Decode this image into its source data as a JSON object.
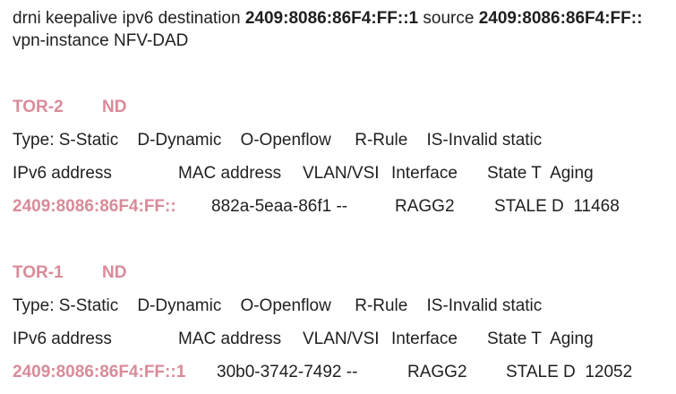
{
  "command": {
    "part1": "drni keepalive ipv6 destination ",
    "dest": "2409:8086:86F4:FF::1",
    "part2": " source ",
    "src": "2409:8086:86F4:FF::",
    "line2": "vpn-instance NFV-DAD"
  },
  "sections": [
    {
      "device": "TOR-2",
      "table": "ND",
      "type_legend": "Type: S-Static    D-Dynamic    O-Openflow     R-Rule    IS-Invalid static",
      "headers": {
        "ipv6": "IPv6 address",
        "mac": "MAC address",
        "vlan": "VLAN/VSI",
        "iface": "Interface",
        "state": "State T  Aging"
      },
      "row": {
        "ipv6": "2409:8086:86F4:FF::",
        "mac": "882a-5eaa-86f1 --",
        "iface": "RAGG2",
        "state": "STALE D  11468"
      }
    },
    {
      "device": "TOR-1",
      "table": "ND",
      "type_legend": "Type: S-Static    D-Dynamic    O-Openflow     R-Rule    IS-Invalid static",
      "headers": {
        "ipv6": "IPv6 address",
        "mac": "MAC address",
        "vlan": "VLAN/VSI",
        "iface": "Interface",
        "state": "State T  Aging"
      },
      "row": {
        "ipv6": "2409:8086:86F4:FF::1",
        "mac": "30b0-3742-7492 --",
        "iface": "RAGG2",
        "state": "STALE D  12052"
      }
    }
  ],
  "colors": {
    "accent_pink": "#d98b99",
    "text": "#1f1f1f"
  }
}
